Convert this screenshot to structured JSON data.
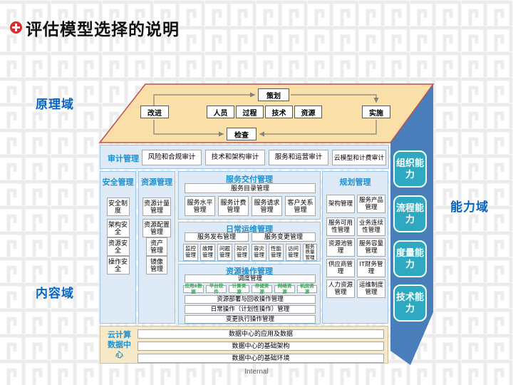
{
  "slide": {
    "title": "评估模型选择的说明",
    "footer": "Internal"
  },
  "domains": {
    "principle": "原理域",
    "content": "内容域",
    "capability": "能力域"
  },
  "pdca": {
    "plan": "策划",
    "improve": "改进",
    "do": "实施",
    "check": "检查",
    "factors": [
      "人员",
      "过程",
      "技术",
      "资源"
    ]
  },
  "audit": {
    "label": "审计管理",
    "items": [
      "风险和合规审计",
      "技术和架构审计",
      "服务和运营审计",
      "云模型和计费审计"
    ]
  },
  "security": {
    "label": "安全管理",
    "items": [
      "安全制度",
      "架构安全",
      "资源安全",
      "操作安全"
    ]
  },
  "resource": {
    "label": "资源管理",
    "items": [
      "资源计量管理",
      "资源配置管理",
      "资产管理",
      "镜像管理"
    ]
  },
  "service_delivery": {
    "label": "服务交付管理",
    "catalog": "服务目录管理",
    "items": [
      "服务水平管理",
      "服务计费管理",
      "服务请求管理",
      "客户关系管理"
    ]
  },
  "daily_ops": {
    "label": "日常运维管理",
    "top": [
      "服务发布管理",
      "服务变更管理"
    ],
    "items": [
      "监控管理",
      "故障管理",
      "问题管理",
      "知识管理",
      "容灾管理",
      "性能管理",
      "访问管理",
      "服务质量管理"
    ]
  },
  "resource_ops": {
    "label": "资源操作管理",
    "schedule": "调度管理",
    "resources": [
      "应用&数据",
      "平台软件",
      "计算资源",
      "存储资源",
      "网络资源",
      "机房资源"
    ],
    "ops": [
      "资源部署与回收操作管理",
      "日常操作（计划性操作）管理",
      "变更执行操作管理"
    ]
  },
  "planning": {
    "label": "规划管理",
    "items": [
      "架构管理",
      "服务产品管理",
      "服务可用性管理",
      "业务连续性管理",
      "资源池管理",
      "服务容量管理",
      "供应商管理",
      "IT财务管理",
      "人力资源管理",
      "运维制度管理"
    ]
  },
  "datacenter": {
    "label": "云计算数据中心",
    "items": [
      "数据中心的应用及数据",
      "数据中心的基础架构",
      "数据中心的基础环境"
    ]
  },
  "capabilities": [
    "组织能力",
    "流程能力",
    "度量能力",
    "技术能力"
  ],
  "colors": {
    "top_face": "#FADFA8",
    "top_face_border": "#C0504D",
    "side_face": "#4A7EBB",
    "panel": "#DEEAF6",
    "panel_border": "#9CC3E5",
    "header_blue": "#2090D0",
    "domain_blue": "#0563C1",
    "capability_teal": "#2FA9C1",
    "cream": "#F6E9C8",
    "green_text": "#2FA84F",
    "title_icon_red": "#D32F2F"
  }
}
